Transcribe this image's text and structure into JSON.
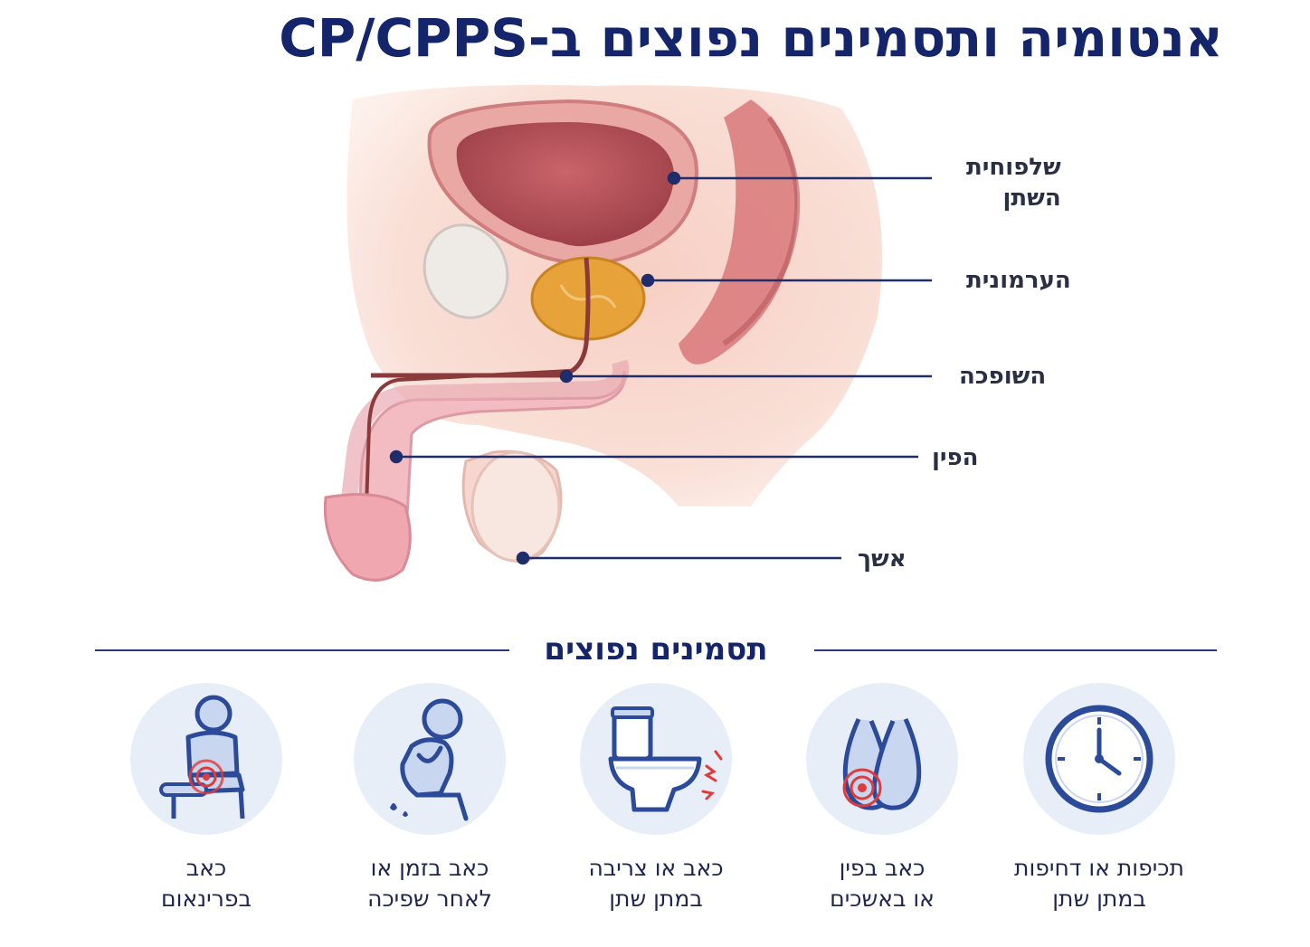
{
  "title": "אנטומיה ותסמינים נפוצים ב-CP/CPPS",
  "anatomy_labels": {
    "bladder_line1": "שלפוחית",
    "bladder_line2": "השתן",
    "prostate": "הערמונית",
    "urethra": "השופכה",
    "penis": "הפין",
    "testicle": "אשך"
  },
  "symptoms_section_title": "תסמינים נפוצים",
  "symptoms": [
    {
      "icon": "clock-icon",
      "line1": "תכיפות או דחיפות",
      "line2": "במתן שתן"
    },
    {
      "icon": "testicles-pain-icon",
      "line1": "כאב בפין",
      "line2": "או באשכים"
    },
    {
      "icon": "toilet-burning-icon",
      "line1": "כאב או צריבה",
      "line2": "במתן שתן"
    },
    {
      "icon": "person-ejaculation-pain-icon",
      "line1": "כאב בזמן או",
      "line2": "לאחר שפיכה"
    },
    {
      "icon": "person-perineum-pain-icon",
      "line1": "כאב",
      "line2": "בפרינאום"
    }
  ],
  "colors": {
    "title": "#15256b",
    "accent_line": "#2a3a78",
    "icon_stroke": "#2b4a9a",
    "icon_fill": "#c9d6f0",
    "circle_bg": "#e8eef8",
    "pain_red": "#e03b3b",
    "prostate_orange": "#e8a23a"
  }
}
